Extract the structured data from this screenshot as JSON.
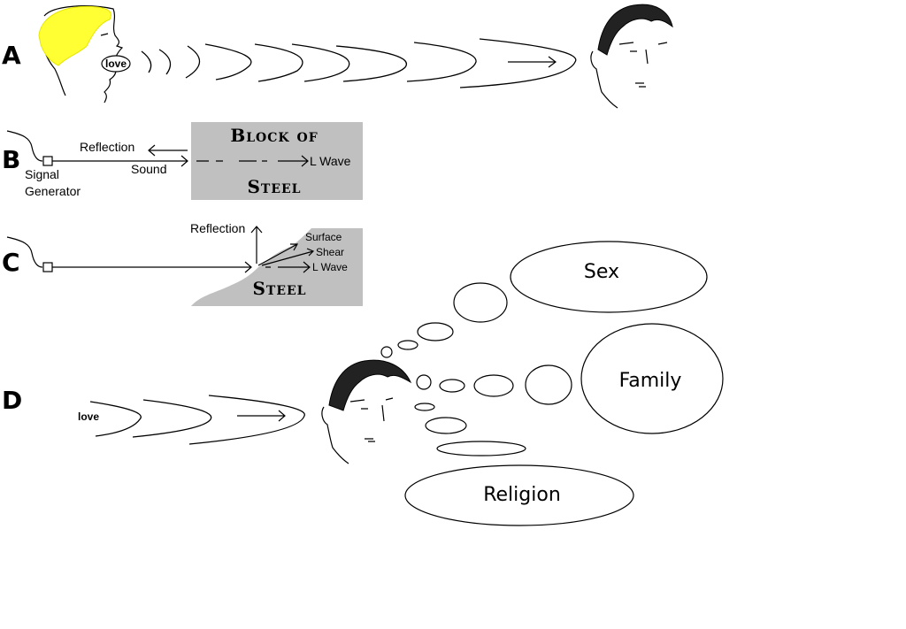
{
  "diagram": {
    "panels": {
      "a": {
        "letter": "A",
        "speech_word": "love"
      },
      "b": {
        "letter": "B",
        "reflection_label": "Reflection",
        "sound_label": "Sound",
        "generator_label_line1": "Signal",
        "generator_label_line2": "Generator",
        "block_title_line1": "Block of",
        "block_title_line2": "Steel",
        "wave_label": "L Wave"
      },
      "c": {
        "letter": "C",
        "reflection_label": "Reflection",
        "surface_label": "Surface",
        "shear_label": "Shear",
        "wave_label": "L Wave",
        "steel_label": "Steel"
      },
      "d": {
        "letter": "D",
        "speech_word": "love",
        "thoughts": [
          "Sex",
          "Family",
          "Religion"
        ]
      }
    },
    "colors": {
      "steel_gray": "#c0c0c0",
      "hair_yellow": "#ffff33",
      "ink": "#000000"
    }
  }
}
